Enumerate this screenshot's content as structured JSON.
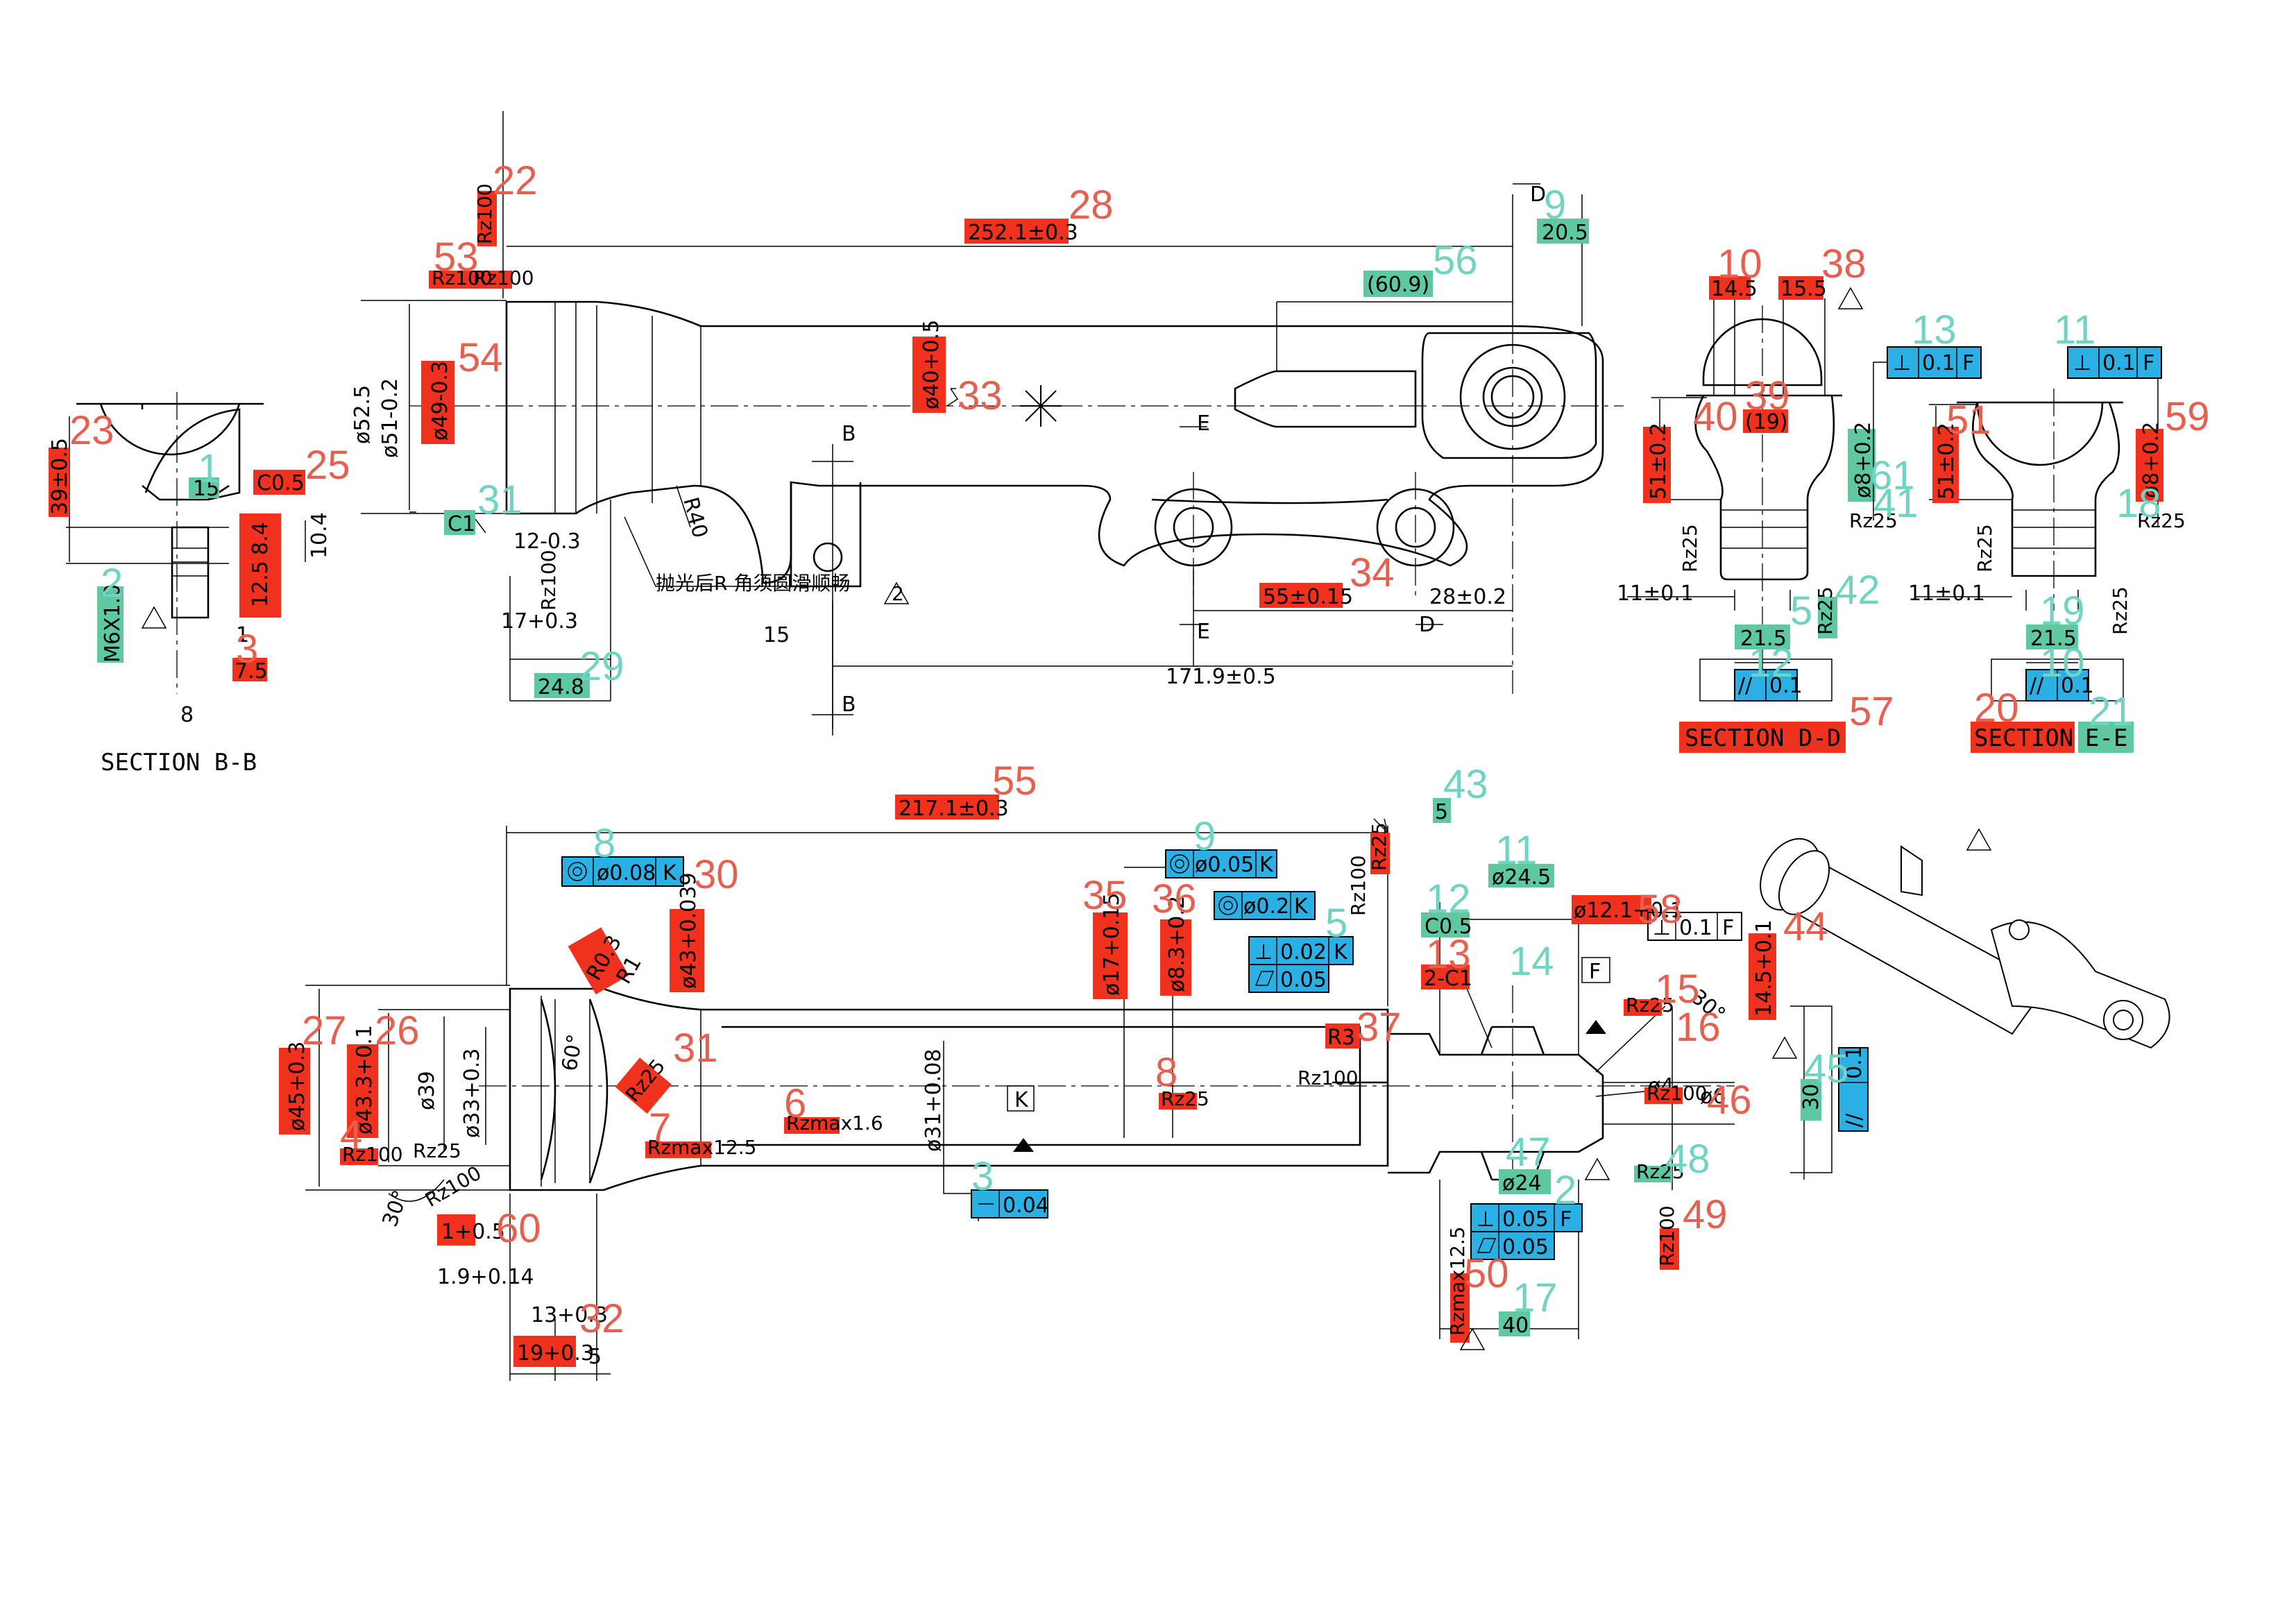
{
  "colors": {
    "red_tag": "#f0311e",
    "green_tag": "#5ec9a0",
    "blue_tag": "#2bb0e6",
    "red_num": "#e5604e",
    "teal_num": "#6fd4c1"
  },
  "section_bb": {
    "title": "SECTION B-B",
    "dims": {
      "d39": "39±0.5",
      "d15": "15",
      "c05": "C0.5",
      "d10_4": "10.4",
      "d12_5": "12.5",
      "d8_4": "8.4",
      "m6": "M6X1.0",
      "d1": "1",
      "d7_5": "7.5",
      "d8": "8"
    },
    "nums": {
      "n23": "23",
      "n1": "1",
      "n25": "25",
      "n2": "2",
      "n3": "3"
    }
  },
  "top_view": {
    "dims": {
      "d252": "252.1±0.3",
      "d20_5": "20.5",
      "d60_9": "(60.9)",
      "d52_5": "ø52.5",
      "d51": "ø51-0.2",
      "d49": "ø49-0.3",
      "d40": "ø40+0.5",
      "c1": "C1",
      "d12": "12-0.3",
      "d17": "17+0.3",
      "d24_8": "24.8",
      "r40": "R40",
      "note_cn": "抛光后R 角须圆滑顺畅",
      "d15": "15",
      "d55": "55±0.15",
      "d28": "28±0.2",
      "d171": "171.9±0.5",
      "rz100a": "Rz100",
      "rz100b": "Rz100",
      "rz100c": "Rz100",
      "rz100v": "Rz100"
    },
    "letters": {
      "b_top": "B",
      "b_bot": "B",
      "e_top": "E",
      "e_bot": "E",
      "d_top": "D",
      "d_bot": "D",
      "tri2": "2"
    },
    "nums": {
      "n22": "22",
      "n28": "28",
      "n9": "9",
      "n53": "53",
      "n56": "56",
      "n54": "54",
      "n33": "33",
      "n31": "31",
      "n29": "29",
      "n34": "34"
    }
  },
  "section_dd": {
    "title": "SECTION D-D",
    "dims": {
      "d14_5": "14.5",
      "d15_5": "15.5",
      "d19": "(19)",
      "d51": "51±0.2",
      "d8": "ø8+0.2",
      "d11": "11±0.1",
      "d21_5": "21.5",
      "par": "//",
      "par_v": "0.1",
      "perp": "⊥",
      "perp_v": "0.1",
      "perp_d": "F",
      "rz25a": "Rz25",
      "rz25b": "Rz25",
      "rz25c": "Rz25"
    },
    "nums": {
      "n10": "10",
      "n38": "38",
      "n13": "13",
      "n40": "40",
      "n39": "39",
      "n61": "61",
      "n41": "41",
      "n42": "42",
      "n5": "5",
      "n12": "12",
      "n57": "57"
    }
  },
  "section_ee": {
    "title_a": "SECTION",
    "title_b": "E-E",
    "dims": {
      "d51": "51±0.2",
      "d8": "ø8+0.2",
      "d11": "11±0.1",
      "d21_5": "21.5",
      "par": "//",
      "par_v": "0.1",
      "perp": "⊥",
      "perp_v": "0.1",
      "perp_d": "F",
      "rz25a": "Rz25",
      "rz25b": "Rz25",
      "rz25c": "Rz25"
    },
    "nums": {
      "n11": "11",
      "n51": "51",
      "n59": "59",
      "n18": "18",
      "n19": "19",
      "n10": "10",
      "n20": "20",
      "n21": "21"
    }
  },
  "side_view": {
    "dims": {
      "d217": "217.1±0.3",
      "d5": "5",
      "conc1_v": "ø0.08",
      "conc1_d": "K",
      "conc2_v": "ø0.05",
      "conc2_d": "K",
      "conc3_v": "ø0.2",
      "conc3_d": "K",
      "perp1_v": "0.02",
      "perp1_d": "K",
      "flat1_v": "0.05",
      "d24_5": "ø24.5",
      "c05": "C0.5",
      "d12_1": "ø12.1+0.1",
      "tol_box_v": "0.1",
      "tol_box_d": "F",
      "r03": "R0.3",
      "r1": "R1",
      "d43": "ø43+0.039",
      "d17": "ø17+0.15",
      "d8_3": "ø8.3+0.2",
      "d2c1": "2-C1",
      "f_box": "F",
      "d14_5": "14.5+0.1",
      "d30": "30",
      "par_v": "0.1",
      "d45": "ø45+0.3",
      "d43_3": "ø43.3+0.1",
      "d39": "ø39",
      "d33": "ø33+0.3",
      "a60": "60°",
      "r3": "R3",
      "a30": "30°",
      "d4": "ø4",
      "d6": "ø6",
      "d31": "ø31+0.08",
      "k_box": "K",
      "d24": "ø24",
      "straight_v": "0.04",
      "perp2_v": "0.05",
      "perp2_d": "F",
      "flat2_v": "0.05",
      "d40": "40",
      "d1": "1+0.5",
      "d1_9": "1.9+0.14",
      "d13": "13+0.3",
      "d19": "19+0.3",
      "d5b": "5",
      "a30b": "30°",
      "rzmax16": "Rzmax1.6",
      "rzmax125": "Rzmax12.5",
      "rz25": "Rz25",
      "rz100": "Rz100",
      "rz100b": "Rz100",
      "rz25b": "Rz25",
      "rz100c": "Rz100",
      "rz100d": "Rz100",
      "rz25c": "Rz25",
      "rz25d": "Rz25",
      "rz100e": "Rz100",
      "rz25e": "Rz25",
      "rz100f": "Rz100"
    },
    "nums": {
      "n55": "55",
      "n43": "43",
      "n8": "8",
      "n9": "9",
      "n30": "30",
      "n11": "11",
      "n35": "35",
      "n36": "36",
      "n5": "5",
      "n12": "12",
      "n58": "58",
      "n44": "44",
      "n13": "13",
      "n14": "14",
      "n15": "15",
      "n16": "16",
      "n27": "27",
      "n26": "26",
      "n31": "31",
      "n37": "37",
      "n8b": "8",
      "n6": "6",
      "n4": "4",
      "n7": "7",
      "n46": "46",
      "n45": "45",
      "n47": "47",
      "n48": "48",
      "n3": "3",
      "n2": "2",
      "n49": "49",
      "n60": "60",
      "n50": "50",
      "n17": "17",
      "n32": "32"
    }
  }
}
